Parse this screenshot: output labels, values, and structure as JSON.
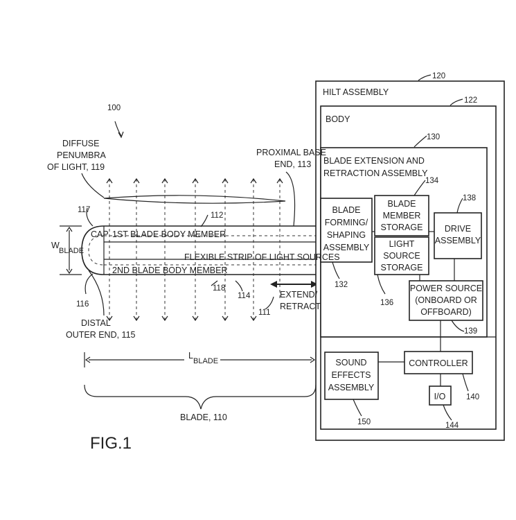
{
  "figure": {
    "title": "FIG.1"
  },
  "refs": {
    "r100": "100",
    "r120": "120",
    "r122": "122",
    "r130": "130",
    "r134": "134",
    "r138": "138",
    "r132": "132",
    "r136": "136",
    "r139": "139",
    "r140": "140",
    "r144": "144",
    "r150": "150",
    "r117": "117",
    "r116": "116",
    "r112": "112",
    "r118": "118",
    "r114": "114",
    "r111": "111"
  },
  "labels": {
    "diffuse_1": "DIFFUSE",
    "diffuse_2": "PENUMBRA",
    "diffuse_3": "OF LIGHT, 119",
    "proximal_1": "PROXIMAL BASE",
    "proximal_2": "END, 113",
    "cap": "CAP",
    "first_blade": "1ST BLADE BODY MEMBER",
    "strip": "FLEXIBLE STRIP OF LIGHT SOURCES",
    "second_blade": "2ND BLADE BODY MEMBER",
    "w_main": "W",
    "w_sub": "BLADE",
    "distal_1": "DISTAL",
    "distal_2": "OUTER END, 115",
    "extend_1": "EXTEND/",
    "extend_2": "RETRACT",
    "l_main": "L",
    "l_sub": "BLADE",
    "blade": "BLADE, 110"
  },
  "blocks": {
    "hilt": "HILT ASSEMBLY",
    "body": "BODY",
    "ber_1": "BLADE EXTENSION AND",
    "ber_2": "RETRACTION ASSEMBLY",
    "bfs_1": "BLADE",
    "bfs_2": "FORMING/",
    "bfs_3": "SHAPING",
    "bfs_4": "ASSEMBLY",
    "bms_1": "BLADE",
    "bms_2": "MEMBER",
    "bms_3": "STORAGE",
    "lss_1": "LIGHT",
    "lss_2": "SOURCE",
    "lss_3": "STORAGE",
    "drive_1": "DRIVE",
    "drive_2": "ASSEMBLY",
    "ps_1": "POWER SOURCE",
    "ps_2": "(ONBOARD OR",
    "ps_3": "OFFBOARD)",
    "controller": "CONTROLLER",
    "io": "I/O",
    "sfx_1": "SOUND",
    "sfx_2": "EFFECTS",
    "sfx_3": "ASSEMBLY"
  }
}
